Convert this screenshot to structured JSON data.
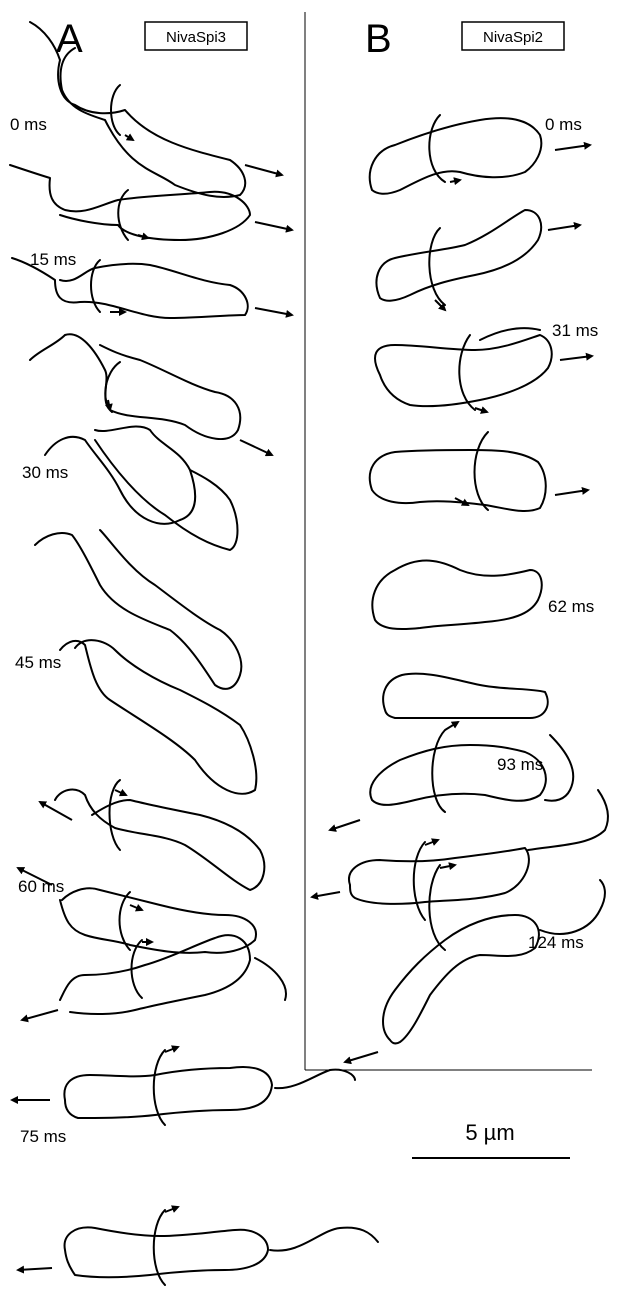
{
  "panels": {
    "a": {
      "letter": "A",
      "strain": "NivaSpi3"
    },
    "b": {
      "letter": "B",
      "strain": "NivaSpi2"
    }
  },
  "time_labels_a": [
    "0 ms",
    "15 ms",
    "30 ms",
    "45 ms",
    "60 ms",
    "75 ms"
  ],
  "time_labels_b": [
    "0 ms",
    "31 ms",
    "62 ms",
    "93 ms",
    "124 ms"
  ],
  "scale_bar": {
    "label": "5 µm"
  }
}
